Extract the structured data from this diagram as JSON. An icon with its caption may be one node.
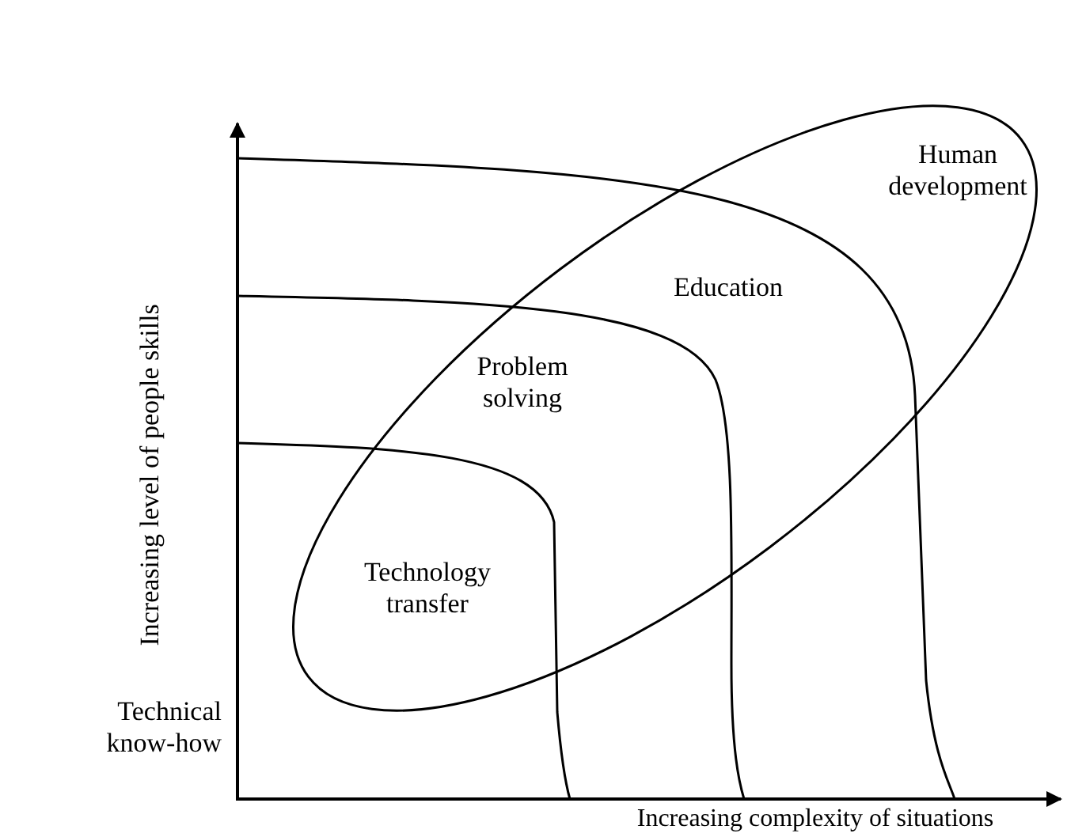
{
  "diagram": {
    "labels": [
      "Human development",
      "Education",
      "Problem solving",
      "Technology transfer",
      "Increasing level of people skills",
      "Technical know-how",
      "Increasing complexity of situations"
    ]
  }
}
